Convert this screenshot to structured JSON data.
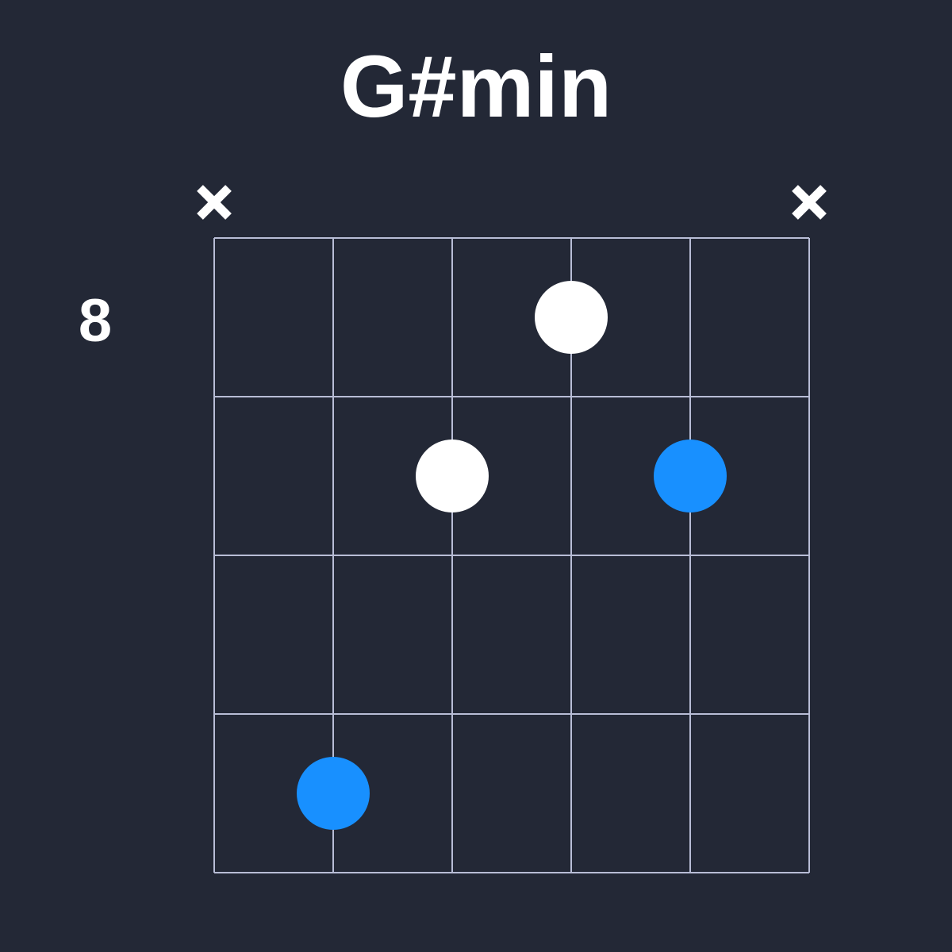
{
  "chord": {
    "name": "G#min",
    "start_fret": "8",
    "strings": 6,
    "frets": 4,
    "muted_strings": [
      1,
      6
    ],
    "dots": [
      {
        "string": 4,
        "fret": 1,
        "color": "#ffffff"
      },
      {
        "string": 3,
        "fret": 2,
        "color": "#ffffff"
      },
      {
        "string": 5,
        "fret": 2,
        "color": "#1890ff"
      },
      {
        "string": 2,
        "fret": 4,
        "color": "#1890ff"
      }
    ]
  },
  "colors": {
    "background": "#232836",
    "grid": "#b8bdd6",
    "root": "#1890ff",
    "note": "#ffffff",
    "text": "#ffffff"
  }
}
